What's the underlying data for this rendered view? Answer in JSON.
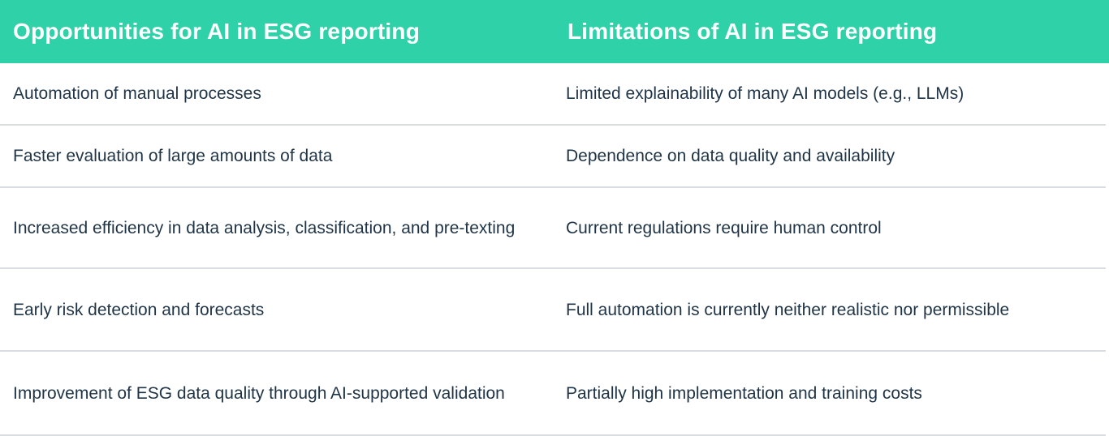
{
  "header": {
    "opportunities_title": "Opportunities for AI in ESG reporting",
    "limitations_title": "Limitations of AI in ESG reporting"
  },
  "rows": [
    {
      "opportunity": "Automation of manual processes",
      "limitation": "Limited explainability of many AI models (e.g., LLMs)"
    },
    {
      "opportunity": "Faster evaluation of large amounts of data",
      "limitation": "Dependence on data quality and availability"
    },
    {
      "opportunity": "Increased efficiency in data analysis, classification, and pre-texting",
      "limitation": "Current regulations require human control"
    },
    {
      "opportunity": "Early risk detection and forecasts",
      "limitation": "Full automation is currently neither realistic nor permissible"
    },
    {
      "opportunity": "Improvement of ESG data quality through AI-supported validation",
      "limitation": "Partially high implementation and training costs"
    }
  ],
  "colors": {
    "header_bg": "#2fd2a8",
    "header_text": "#ffffff",
    "body_text": "#1f3446",
    "divider": "#d9dde2"
  }
}
